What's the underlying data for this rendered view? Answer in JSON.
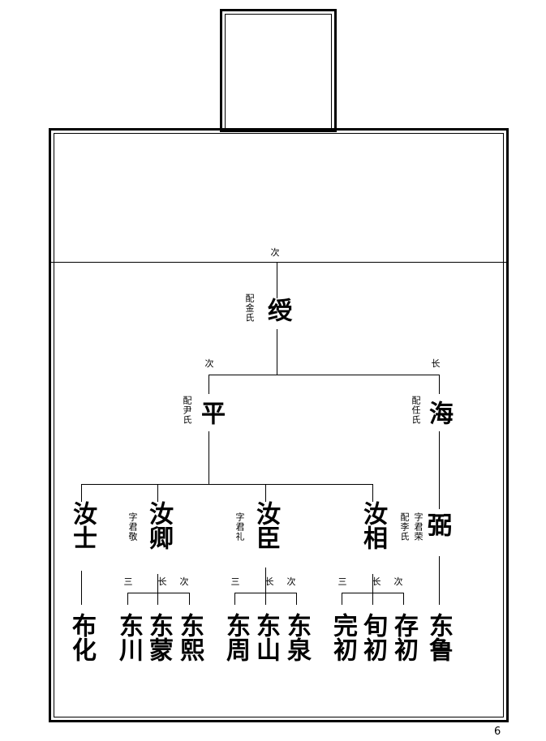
{
  "root": {
    "rank": "次",
    "name": "绶",
    "note": "配金氏"
  },
  "gen2": [
    {
      "rank": "次",
      "name": "平",
      "note": "配尹氏"
    },
    {
      "rank": "长",
      "name": "海",
      "note": "配任氏"
    }
  ],
  "gen3": [
    {
      "name": "汝士"
    },
    {
      "name": "汝卿",
      "note": "字君敬"
    },
    {
      "name": "汝臣",
      "note": "字君礼"
    },
    {
      "name": "汝相"
    },
    {
      "name": "弼",
      "note": "字君荣",
      "note2": "配李氏"
    }
  ],
  "gen4_ranks": [
    "三",
    "长",
    "次"
  ],
  "gen4": [
    "布化",
    "东川",
    "东蒙",
    "东熙",
    "东周",
    "东山",
    "东泉",
    "完初",
    "旬初",
    "存初",
    "东鲁"
  ],
  "page_number": "6"
}
